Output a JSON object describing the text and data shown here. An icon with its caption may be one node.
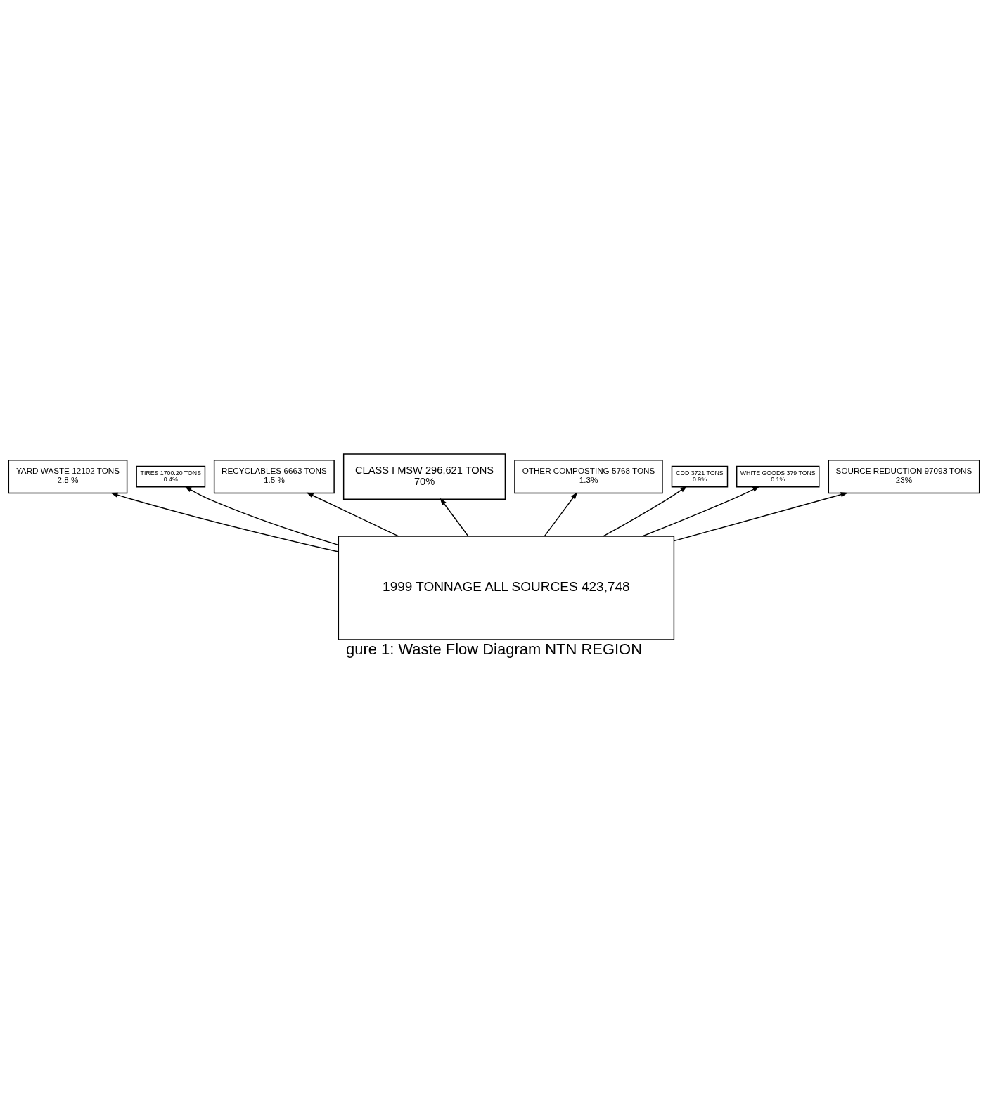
{
  "diagram": {
    "title": "gure 1: Waste Flow Diagram NTN REGION",
    "nodes": [
      {
        "text": [
          "1999 TONNAGE ALL SOURCES 423,748"
        ]
      },
      {
        "text": [
          "YARD WASTE 12102 TONS",
          "2.8 %"
        ]
      },
      {
        "text": [
          "TIRES 1700.20 TONS",
          "0.4%"
        ]
      },
      {
        "text": [
          "RECYCLABLES 6663 TONS",
          "1.5 %"
        ]
      },
      {
        "text": [
          "CLASS I MSW 296,621 TONS",
          "70%"
        ]
      },
      {
        "text": [
          "OTHER COMPOSTING 5768 TONS",
          "1.3%"
        ]
      },
      {
        "text": [
          "CDD 3721 TONS",
          "0.9%"
        ]
      },
      {
        "text": [
          "WHITE GOODS 379 TONS",
          "0.1%"
        ]
      },
      {
        "text": [
          "SOURCE REDUCTION 97093 TONS",
          "23%"
        ]
      }
    ],
    "edges": [
      {
        "from": 0,
        "to": 1,
        "arrow": "to"
      },
      {
        "from": 0,
        "to": 2,
        "arrow": "to"
      },
      {
        "from": 0,
        "to": 3,
        "arrow": "to"
      },
      {
        "from": 0,
        "to": 4,
        "arrow": "to"
      },
      {
        "from": 0,
        "to": 5,
        "arrow": "to"
      },
      {
        "from": 0,
        "to": 6,
        "arrow": "to"
      },
      {
        "from": 0,
        "to": 7,
        "arrow": "to"
      },
      {
        "from": 0,
        "to": 8,
        "arrow": "to"
      }
    ]
  }
}
